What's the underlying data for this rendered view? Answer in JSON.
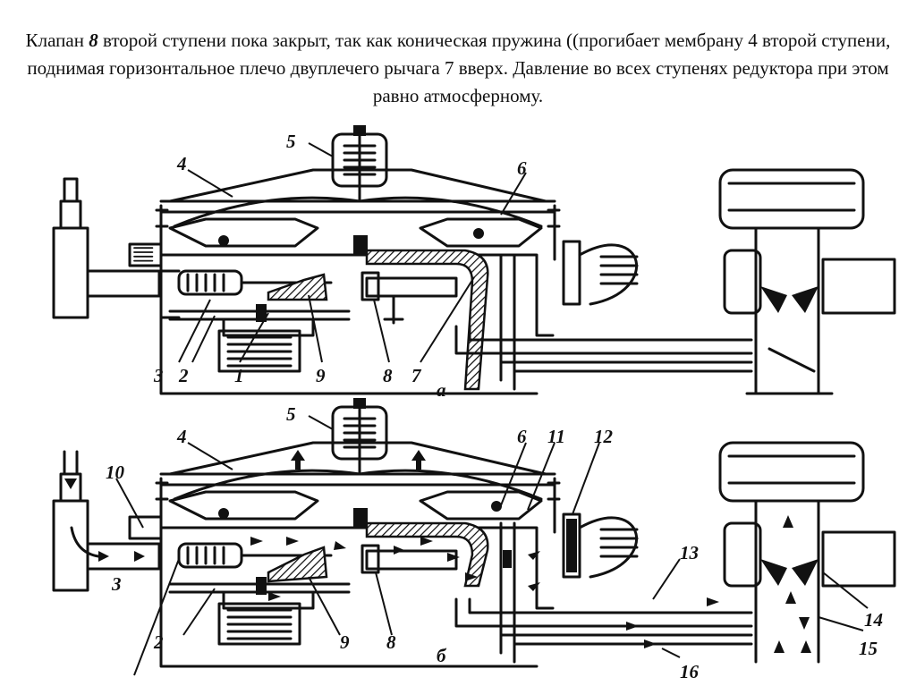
{
  "caption": {
    "part1": "Клапан ",
    "number": "8",
    "part2": " второй ступени пока закрыт, так как коническая пружина ((прогибает мембрану 4 второй ступени, поднимая горизонтальное плечо двуплечего рычага 7 вверх. Давление во всех ступенях редуктора при этом равно атмосферному."
  },
  "diagram_a": {
    "panel_label": "а",
    "labels": [
      "5",
      "4",
      "6",
      "3",
      "2",
      "1",
      "9",
      "8",
      "7"
    ]
  },
  "diagram_b": {
    "panel_label": "б",
    "labels": [
      "5",
      "4",
      "6",
      "11",
      "12",
      "10",
      "3",
      "2",
      "9",
      "8",
      "13",
      "14",
      "15",
      "16"
    ]
  }
}
